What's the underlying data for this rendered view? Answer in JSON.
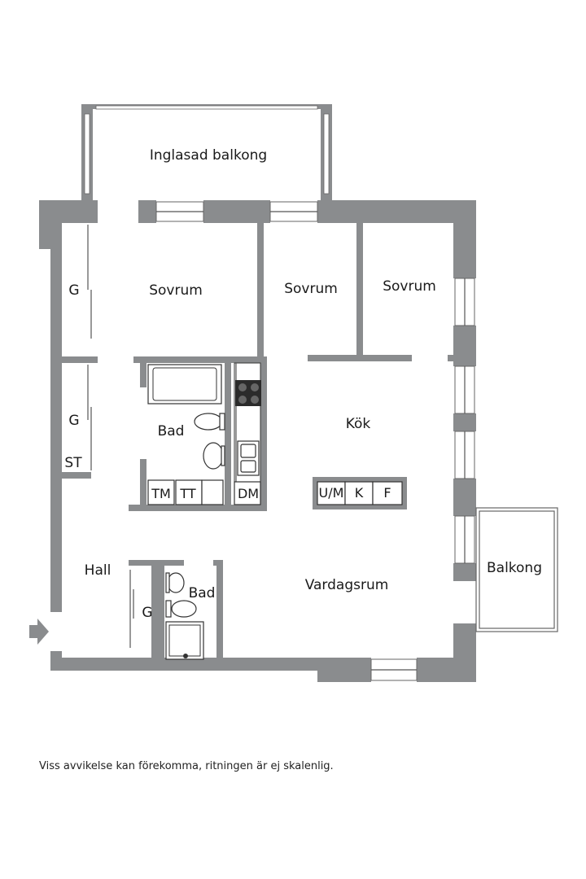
{
  "rooms": {
    "glazed_balcony": "Inglasad balkong",
    "bedroom_1": "Sovrum",
    "bedroom_2": "Sovrum",
    "bedroom_3": "Sovrum",
    "wardrobe_1": "G",
    "wardrobe_2": "G",
    "wardrobe_3": "G",
    "storage": "ST",
    "bath_1": "Bad",
    "bath_2": "Bad",
    "kitchen": "Kök",
    "hall": "Hall",
    "living_room": "Vardagsrum",
    "balcony": "Balkong"
  },
  "appliances": {
    "washer": "TM",
    "dryer": "TT",
    "dishwasher": "DM",
    "microwave": "U/M",
    "fridge": "K",
    "freezer": "F"
  },
  "disclaimer": "Viss avvikelse kan förekomma, ritningen är ej skalenlig."
}
